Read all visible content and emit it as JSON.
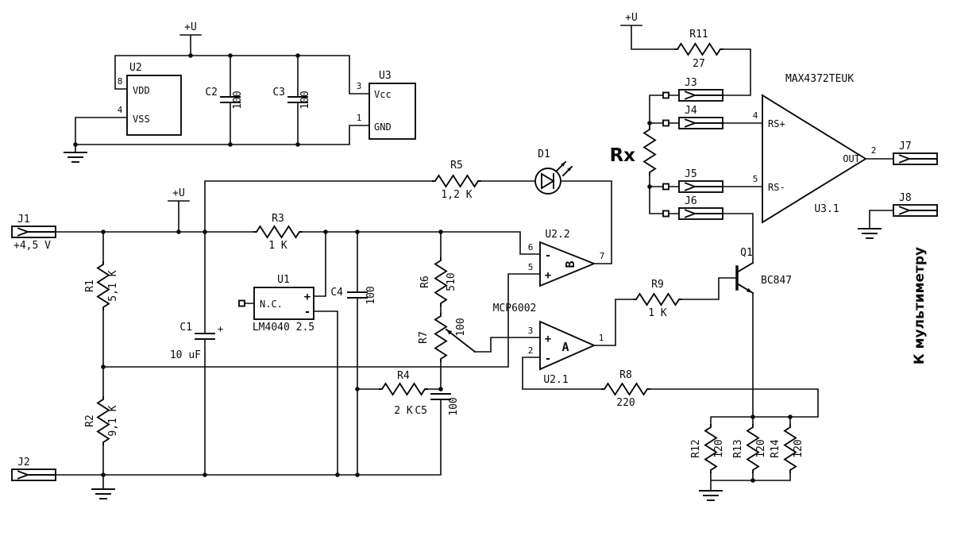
{
  "canvas": {
    "background": "#ffffff",
    "ink": "#0a0a0a"
  },
  "power": {
    "label": "+U"
  },
  "annotations": {
    "to_multimeter": "К мультиметру"
  },
  "connectors": {
    "j1": {
      "ref": "J1",
      "note": "+4,5 V"
    },
    "j2": {
      "ref": "J2"
    },
    "j3": {
      "ref": "J3"
    },
    "j4": {
      "ref": "J4"
    },
    "j5": {
      "ref": "J5"
    },
    "j6": {
      "ref": "J6"
    },
    "j7": {
      "ref": "J7"
    },
    "j8": {
      "ref": "J8"
    }
  },
  "resistors": {
    "r1": {
      "ref": "R1",
      "value": "5,1 K"
    },
    "r2": {
      "ref": "R2",
      "value": "9,1 K"
    },
    "r3": {
      "ref": "R3",
      "value": "1 K"
    },
    "r4": {
      "ref": "R4",
      "value": "2 K"
    },
    "r5": {
      "ref": "R5",
      "value": "1,2 K"
    },
    "r6": {
      "ref": "R6",
      "value": "510"
    },
    "r7": {
      "ref": "R7",
      "value": "100"
    },
    "r8": {
      "ref": "R8",
      "value": "220"
    },
    "r9": {
      "ref": "R9",
      "value": "1 K"
    },
    "r11": {
      "ref": "R11",
      "value": "27"
    },
    "r12": {
      "ref": "R12",
      "value": "120"
    },
    "r13": {
      "ref": "R13",
      "value": "120"
    },
    "r14": {
      "ref": "R14",
      "value": "120"
    },
    "rx": {
      "ref": "Rx"
    }
  },
  "capacitors": {
    "c1": {
      "ref": "C1",
      "value": "10 uF",
      "polarity": "+"
    },
    "c2": {
      "ref": "C2",
      "value": "100"
    },
    "c3": {
      "ref": "C3",
      "value": "100"
    },
    "c4": {
      "ref": "C4",
      "value": "100"
    },
    "c5": {
      "ref": "C5",
      "value": "100"
    }
  },
  "diodes": {
    "d1": {
      "ref": "D1"
    }
  },
  "transistors": {
    "q1": {
      "ref": "Q1",
      "value": "BC847"
    }
  },
  "ics": {
    "u2reg": {
      "ref": "U2",
      "pin8_num": "8",
      "pin8_name": "VDD",
      "pin4_num": "4",
      "pin4_name": "VSS"
    },
    "u3reg": {
      "ref": "U3",
      "pin3_num": "3",
      "pin3_name": "Vcc",
      "pin1_num": "1",
      "pin1_name": "GND"
    },
    "u1ref": {
      "ref": "U1",
      "value": "LM4040 2.5",
      "pin_nc": "N.C.",
      "pin_plus": "+",
      "pin_minus": "-"
    },
    "opamp_b": {
      "ref": "U2.2",
      "letter": "B",
      "pin_inv_num": "6",
      "pin_inv_sign": "-",
      "pin_nin_num": "5",
      "pin_nin_sign": "+",
      "pin_out_num": "7"
    },
    "opamp_a": {
      "ref": "U2.1",
      "letter": "A",
      "pin_nin_num": "3",
      "pin_nin_sign": "+",
      "pin_inv_num": "2",
      "pin_inv_sign": "-",
      "pin_out_num": "1"
    },
    "opamp_part": "MCP6002",
    "sense": {
      "part": "MAX4372TEUK",
      "ref": "U3.1",
      "pin_rsp_num": "4",
      "pin_rsp_name": "RS+",
      "pin_rsm_num": "5",
      "pin_rsm_name": "RS-",
      "pin_out_name": "OUT",
      "pin_out_num": "2"
    }
  }
}
